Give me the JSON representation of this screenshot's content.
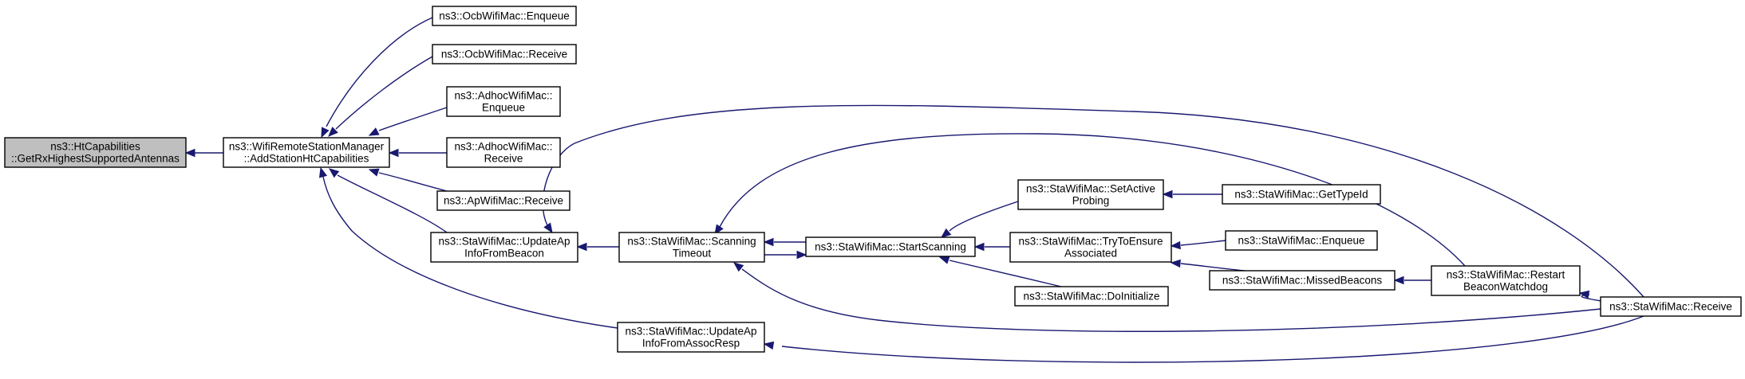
{
  "diagram": {
    "type": "call-graph",
    "nodes": [
      {
        "id": "root",
        "lines": [
          "ns3::HtCapabilities",
          "::GetRxHighestSupportedAntennas"
        ]
      },
      {
        "id": "wrsm",
        "lines": [
          "ns3::WifiRemoteStationManager",
          "::AddStationHtCapabilities"
        ]
      },
      {
        "id": "ocb_enq",
        "lines": [
          "ns3::OcbWifiMac::Enqueue"
        ]
      },
      {
        "id": "ocb_recv",
        "lines": [
          "ns3::OcbWifiMac::Receive"
        ]
      },
      {
        "id": "adhoc_enq",
        "lines": [
          "ns3::AdhocWifiMac::",
          "Enqueue"
        ]
      },
      {
        "id": "adhoc_recv",
        "lines": [
          "ns3::AdhocWifiMac::",
          "Receive"
        ]
      },
      {
        "id": "ap_recv",
        "lines": [
          "ns3::ApWifiMac::Receive"
        ]
      },
      {
        "id": "upd_beacon",
        "lines": [
          "ns3::StaWifiMac::UpdateAp",
          "InfoFromBeacon"
        ]
      },
      {
        "id": "upd_assoc",
        "lines": [
          "ns3::StaWifiMac::UpdateAp",
          "InfoFromAssocResp"
        ]
      },
      {
        "id": "scan_to",
        "lines": [
          "ns3::StaWifiMac::Scanning",
          "Timeout"
        ]
      },
      {
        "id": "start_scan",
        "lines": [
          "ns3::StaWifiMac::StartScanning"
        ]
      },
      {
        "id": "set_active",
        "lines": [
          "ns3::StaWifiMac::SetActive",
          "Probing"
        ]
      },
      {
        "id": "try_assoc",
        "lines": [
          "ns3::StaWifiMac::TryToEnsure",
          "Associated"
        ]
      },
      {
        "id": "do_init",
        "lines": [
          "ns3::StaWifiMac::DoInitialize"
        ]
      },
      {
        "id": "get_type",
        "lines": [
          "ns3::StaWifiMac::GetTypeId"
        ]
      },
      {
        "id": "sta_enq",
        "lines": [
          "ns3::StaWifiMac::Enqueue"
        ]
      },
      {
        "id": "missed",
        "lines": [
          "ns3::StaWifiMac::MissedBeacons"
        ]
      },
      {
        "id": "restart",
        "lines": [
          "ns3::StaWifiMac::Restart",
          "BeaconWatchdog"
        ]
      },
      {
        "id": "sta_recv",
        "lines": [
          "ns3::StaWifiMac::Receive"
        ]
      }
    ]
  }
}
